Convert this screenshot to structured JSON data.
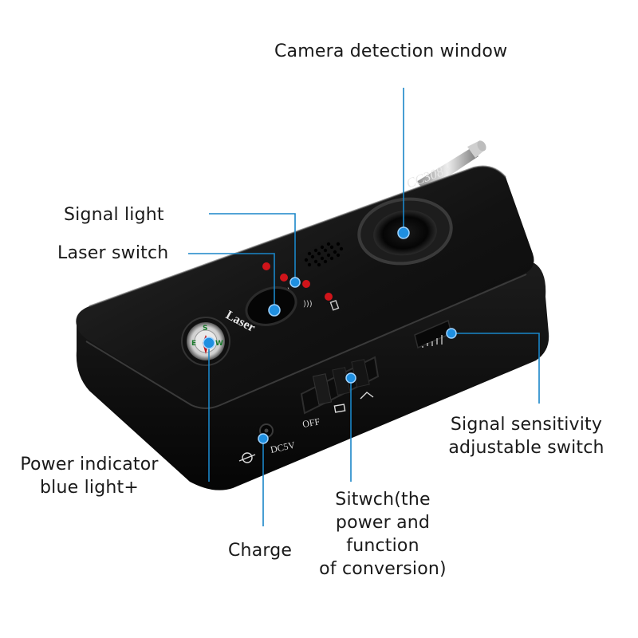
{
  "device": {
    "model": "CC308+",
    "laser_label": "Laser",
    "off_label": "OFF",
    "dc_label": "DC5V"
  },
  "callouts": {
    "camera_window": "Camera detection window",
    "signal_light": "Signal light",
    "laser_switch": "Laser switch",
    "power_indicator_line1": "Power indicator",
    "power_indicator_line2": "blue light+",
    "sensitivity_line1": "Signal sensitivity",
    "sensitivity_line2": "adjustable switch",
    "switch_line1": "Sitwch(the",
    "switch_line2": "power and",
    "switch_line3": "function",
    "switch_line4": "of conversion)",
    "charge": "Charge"
  },
  "colors": {
    "leader": "#1a86c8",
    "dot": "#1f8fe0",
    "device_body": "#141414",
    "led_red": "#d0141a"
  }
}
